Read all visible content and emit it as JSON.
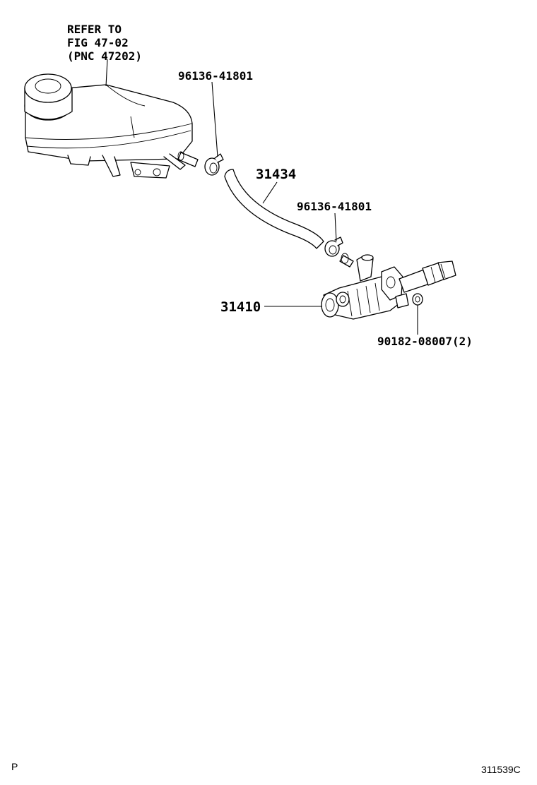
{
  "labels": {
    "refer_line1": "REFER TO",
    "refer_line2": "FIG 47-02",
    "refer_line3": "(PNC 47202)",
    "clip_upper": "96136-41801",
    "hose": "31434",
    "clip_lower": "96136-41801",
    "cylinder": "31410",
    "bolt": "90182-08007(2)"
  },
  "corner": {
    "left": "P",
    "right": "311539C"
  }
}
